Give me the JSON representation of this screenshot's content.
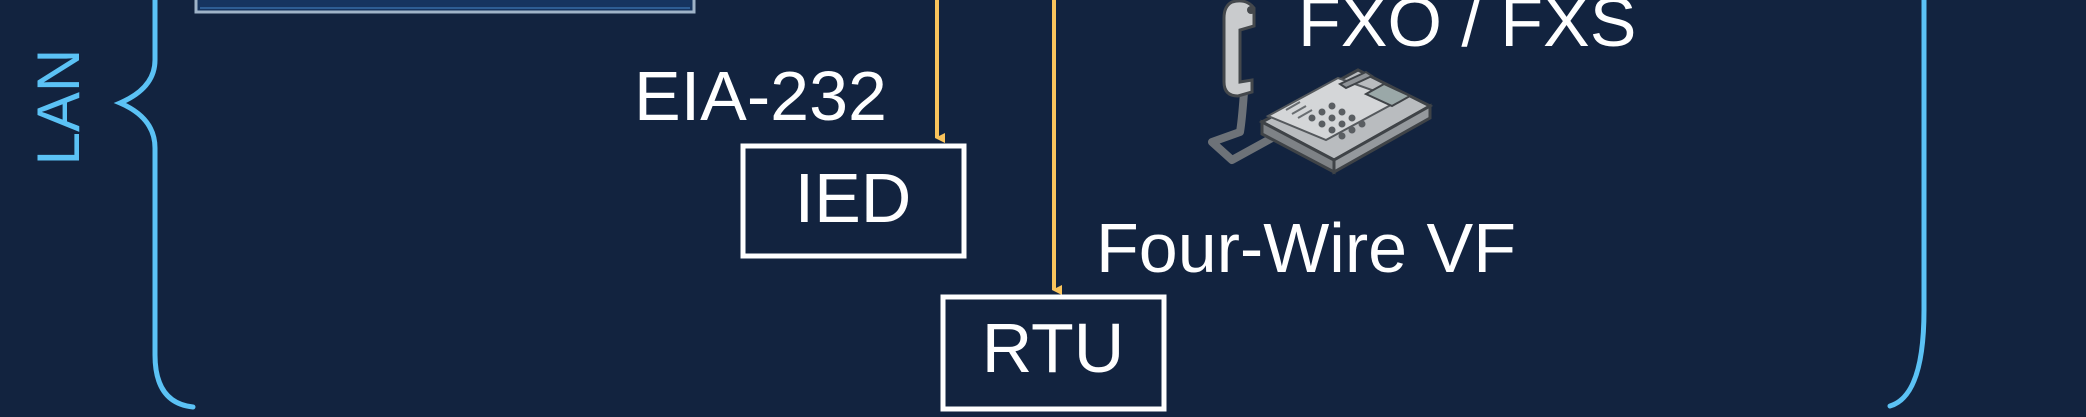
{
  "diagram": {
    "lan_label": "LAN",
    "eia_label": "EIA-232",
    "ied_label": "IED",
    "rtu_label": "RTU",
    "fxo_label": "FXO / FXS",
    "fourwire_label": "Four-Wire VF",
    "telephone_icon": "telephone-icon"
  },
  "colors": {
    "background": "#12233f",
    "lan_bracket": "#5bc2f5",
    "connection_line": "#f9c35c",
    "box_border": "#ffffff",
    "text": "#ffffff"
  }
}
